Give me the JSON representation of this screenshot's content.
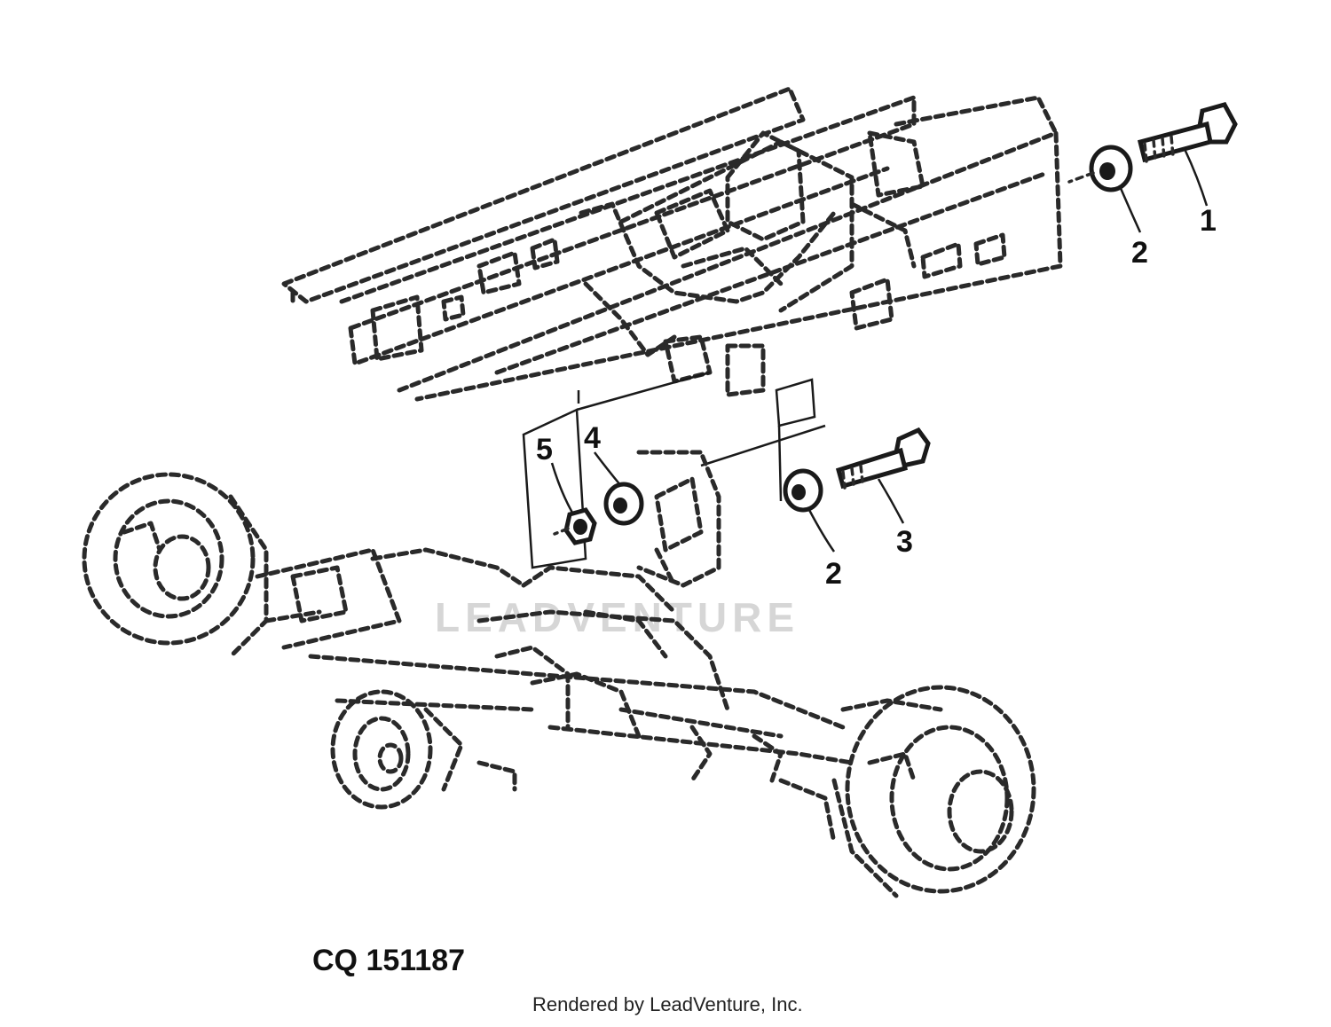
{
  "figure": {
    "code": "CQ 151187",
    "credit": "Rendered by LeadVenture, Inc.",
    "watermark": "LEADVENTURE"
  },
  "callouts": [
    "1",
    "2",
    "3",
    "2",
    "4",
    "5"
  ],
  "colors": {
    "line": "#2a2a2a",
    "background": "#ffffff",
    "watermark": "#d6d6d6"
  }
}
